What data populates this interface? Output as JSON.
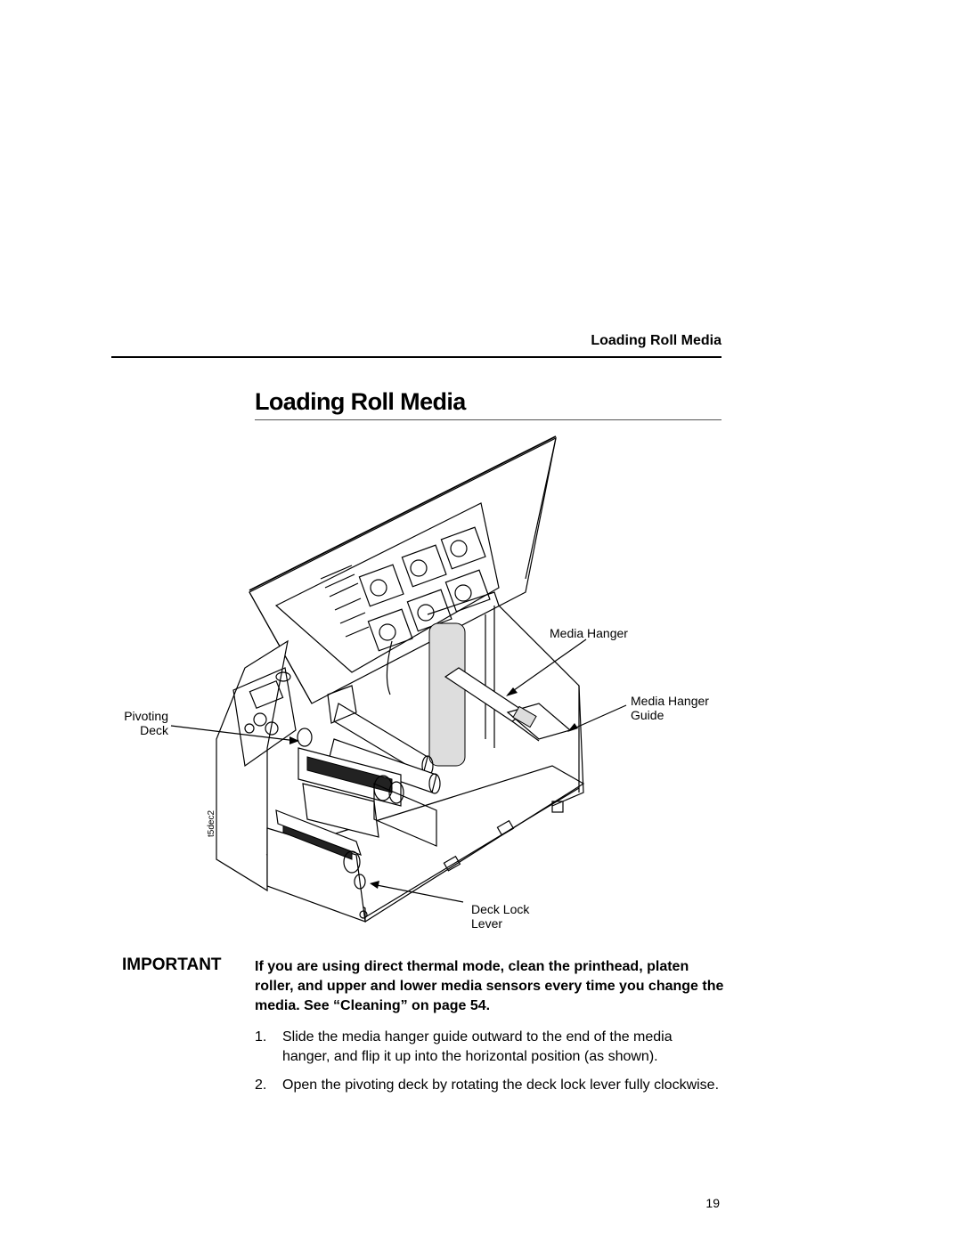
{
  "header": {
    "running_title": "Loading Roll Media"
  },
  "section": {
    "title": "Loading Roll Media"
  },
  "figure": {
    "figure_id": "t5dec2",
    "callouts": {
      "media_hanger": "Media Hanger",
      "media_hanger_guide_line1": "Media Hanger",
      "media_hanger_guide_line2": "Guide",
      "pivoting_deck_line1": "Pivoting",
      "pivoting_deck_line2": "Deck",
      "deck_lock_lever_line1": "Deck Lock",
      "deck_lock_lever_line2": "Lever"
    }
  },
  "important": {
    "label": "IMPORTANT",
    "text": "If you are using direct thermal mode, clean the printhead, platen roller, and upper and lower media sensors every time you change the media. See “Cleaning” on page 54."
  },
  "steps": [
    {
      "number": "1.",
      "text": "Slide the media hanger guide outward to the end of the media hanger, and flip it up into the horizontal position (as shown)."
    },
    {
      "number": "2.",
      "text": "Open the pivoting deck by rotating the deck lock lever fully clockwise."
    }
  ],
  "page_number": "19"
}
